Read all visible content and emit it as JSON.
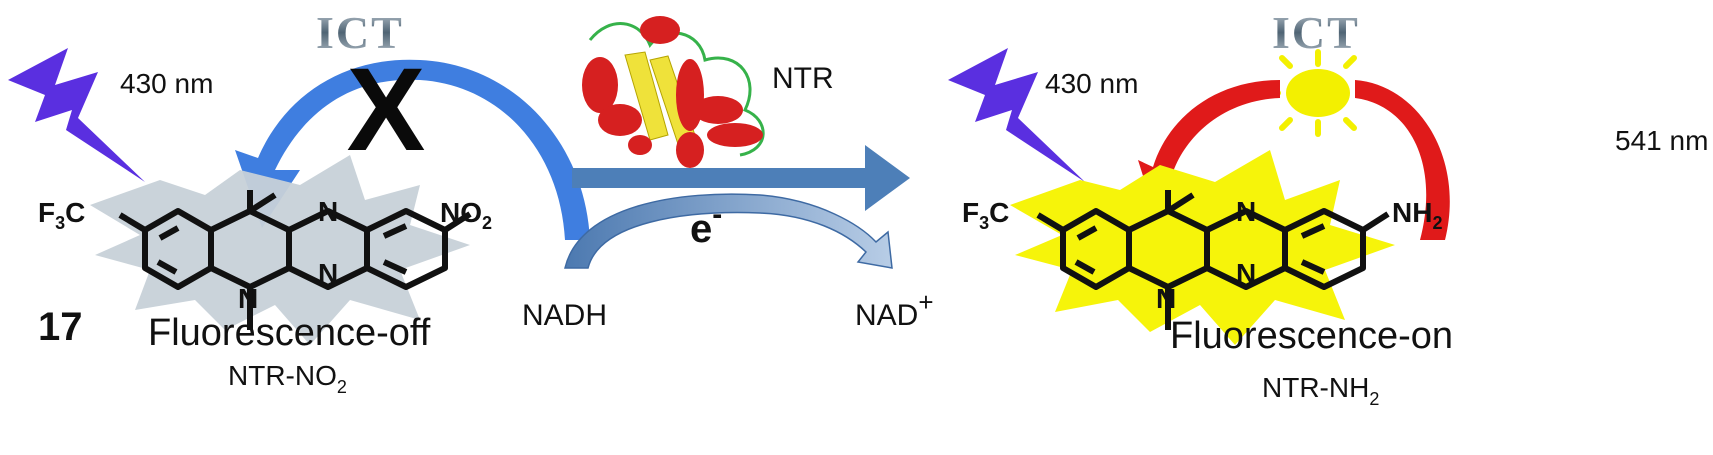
{
  "left": {
    "wavelength": "430 nm",
    "ict": "ICT",
    "blocked_mark": "X",
    "compound_number": "17",
    "state": "Fluorescence-off",
    "probe_base": "NTR-NO",
    "probe_sub": "2",
    "subst_left_base": "F",
    "subst_left_sub": "3",
    "subst_left_end": "C",
    "subst_right_base": "NO",
    "subst_right_sub": "2",
    "ring_n_top": "N",
    "ring_n_bottom": "N",
    "ring_n_center": "N"
  },
  "middle": {
    "enzyme": "NTR",
    "electron": "e",
    "electron_sup": "-",
    "cofactor_in": "NADH",
    "cofactor_out": "NAD",
    "cofactor_out_sup": "+"
  },
  "right": {
    "wavelength": "430 nm",
    "ict": "ICT",
    "emission": "541 nm",
    "state": "Fluorescence-on",
    "probe_base": "NTR-NH",
    "probe_sub": "2",
    "subst_left_base": "F",
    "subst_left_sub": "3",
    "subst_left_end": "C",
    "subst_right_base": "NH",
    "subst_right_sub": "2",
    "ring_n_top": "N",
    "ring_n_bottom": "N",
    "ring_n_center": "N"
  },
  "colors": {
    "lightning": "#5a2fe0",
    "ict_arrow_blue": "#3f7ee0",
    "ict_arrow_red": "#e01a1a",
    "sun": "#f3f000",
    "glow_off": "#c7d1d8",
    "glow_on": "#f6f40a",
    "reaction_arrow": "#4d7fb8",
    "nadh_arrow": "#6b95c9",
    "protein_helix": "#d62020",
    "protein_sheet": "#efe23a",
    "protein_loop": "#36b24a"
  }
}
